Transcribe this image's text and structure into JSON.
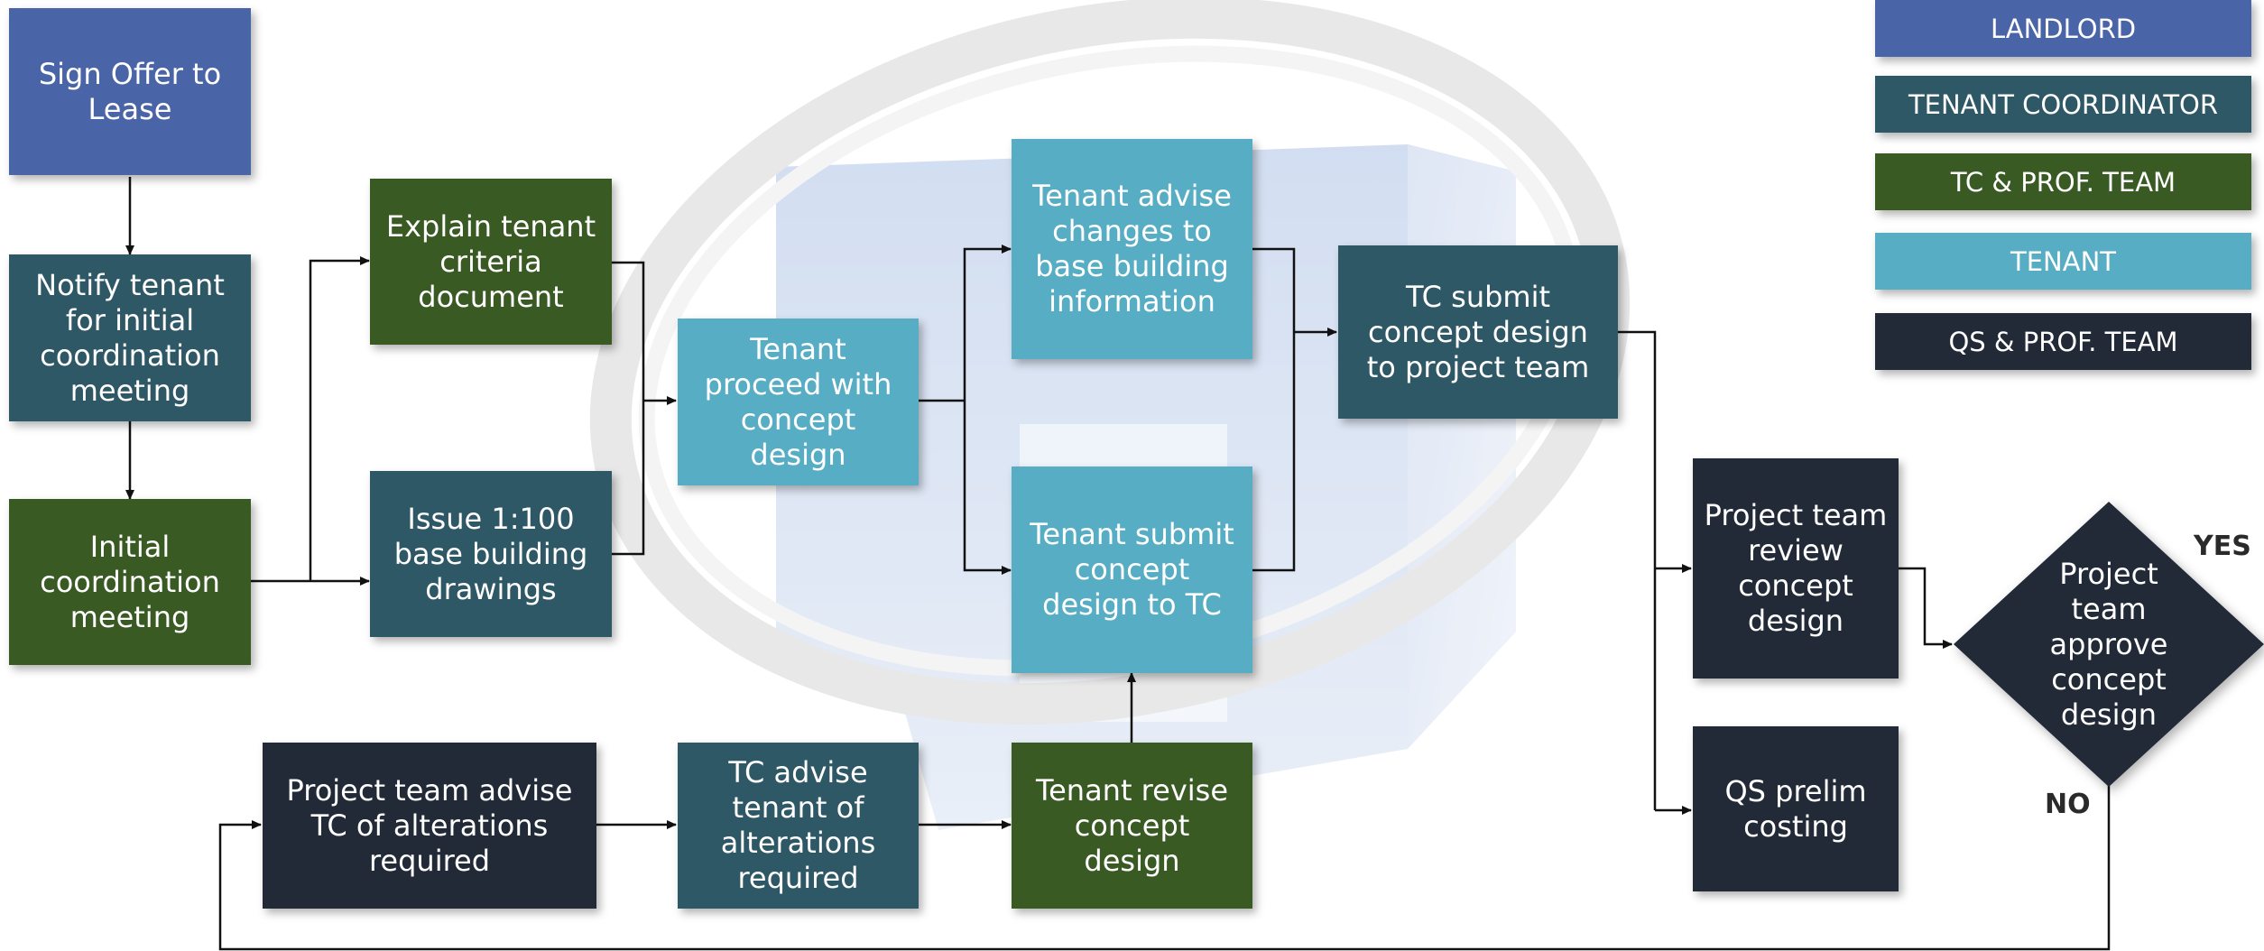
{
  "colors": {
    "landlord": "#4a64a8",
    "tenant_coordinator": "#2e5865",
    "tc_prof_team": "#3a5a24",
    "tenant": "#57adc4",
    "qs_prof_team": "#222a37",
    "arrow": "#111111"
  },
  "legend": {
    "landlord": "LANDLORD",
    "tenant_coordinator": "TENANT COORDINATOR",
    "tc_prof_team": "TC & PROF. TEAM",
    "tenant": "TENANT",
    "qs_prof_team": "QS & PROF. TEAM"
  },
  "nodes": {
    "sign_offer": "Sign Offer to Lease",
    "notify_tenant": "Notify tenant for initial coordination meeting",
    "initial_meeting": "Initial coordination meeting",
    "explain_criteria": "Explain tenant criteria document",
    "issue_drawings": "Issue 1:100 base building drawings",
    "tenant_proceed": "Tenant proceed with concept design",
    "tenant_advise_changes": "Tenant advise changes to base building information",
    "tenant_submit_to_tc": "Tenant submit concept design to TC",
    "tc_submit_to_team": "TC submit concept design to project team",
    "team_review": "Project team review concept design",
    "qs_costing": "QS prelim costing",
    "team_approve": "Project team approve concept design",
    "team_advise_alterations": "Project team advise TC of alterations required",
    "tc_advise_tenant": "TC advise tenant of alterations required",
    "tenant_revise": "Tenant revise concept design"
  },
  "decision_labels": {
    "yes": "YES",
    "no": "NO"
  }
}
